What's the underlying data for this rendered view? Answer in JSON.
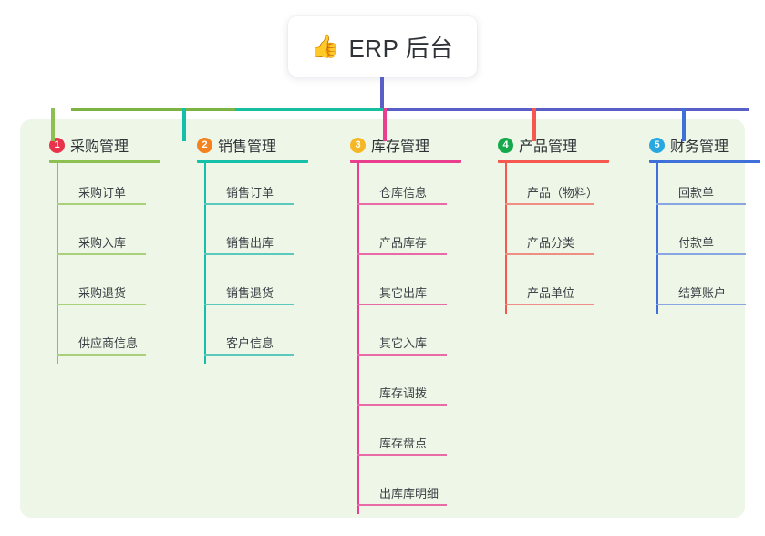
{
  "root": {
    "emoji": "👍",
    "emoji_name": "thumbs-up-icon",
    "title": "ERP 后台"
  },
  "panel": {
    "background_color": "#eef7e7"
  },
  "connector": {
    "stem_color": "#5a5fc7",
    "segments": [
      {
        "color": "#7cb342"
      },
      {
        "color": "#16bfa0"
      },
      {
        "color": "#5a5fc7"
      },
      {
        "color": "#5a5fc7"
      },
      {
        "color": "#5a5fc7"
      }
    ]
  },
  "columns": [
    {
      "number": "1",
      "title": "采购管理",
      "badge_color": "#e8334a",
      "line_color": "#8cc152",
      "leaf_line_color": "#a8d17a",
      "items": [
        "采购订单",
        "采购入库",
        "采购退货",
        "供应商信息"
      ]
    },
    {
      "number": "2",
      "title": "销售管理",
      "badge_color": "#f58220",
      "line_color": "#14c1a8",
      "leaf_line_color": "#5cc9bd",
      "items": [
        "销售订单",
        "销售出库",
        "销售退货",
        "客户信息"
      ]
    },
    {
      "number": "3",
      "title": "库存管理",
      "badge_color": "#f6b726",
      "line_color": "#ea3f8f",
      "leaf_line_color": "#e86ba8",
      "items": [
        "仓库信息",
        "产品库存",
        "其它出库",
        "其它入库",
        "库存调拨",
        "库存盘点",
        "出库库明细"
      ]
    },
    {
      "number": "4",
      "title": "产品管理",
      "badge_color": "#16a94b",
      "line_color": "#f4584f",
      "leaf_line_color": "#f08e86",
      "items": [
        "产品（物料）",
        "产品分类",
        "产品单位"
      ]
    },
    {
      "number": "5",
      "title": "财务管理",
      "badge_color": "#29a8e0",
      "line_color": "#3f6fd8",
      "leaf_line_color": "#88a6e2",
      "items": [
        "回款单",
        "付款单",
        "结算账户"
      ]
    }
  ]
}
